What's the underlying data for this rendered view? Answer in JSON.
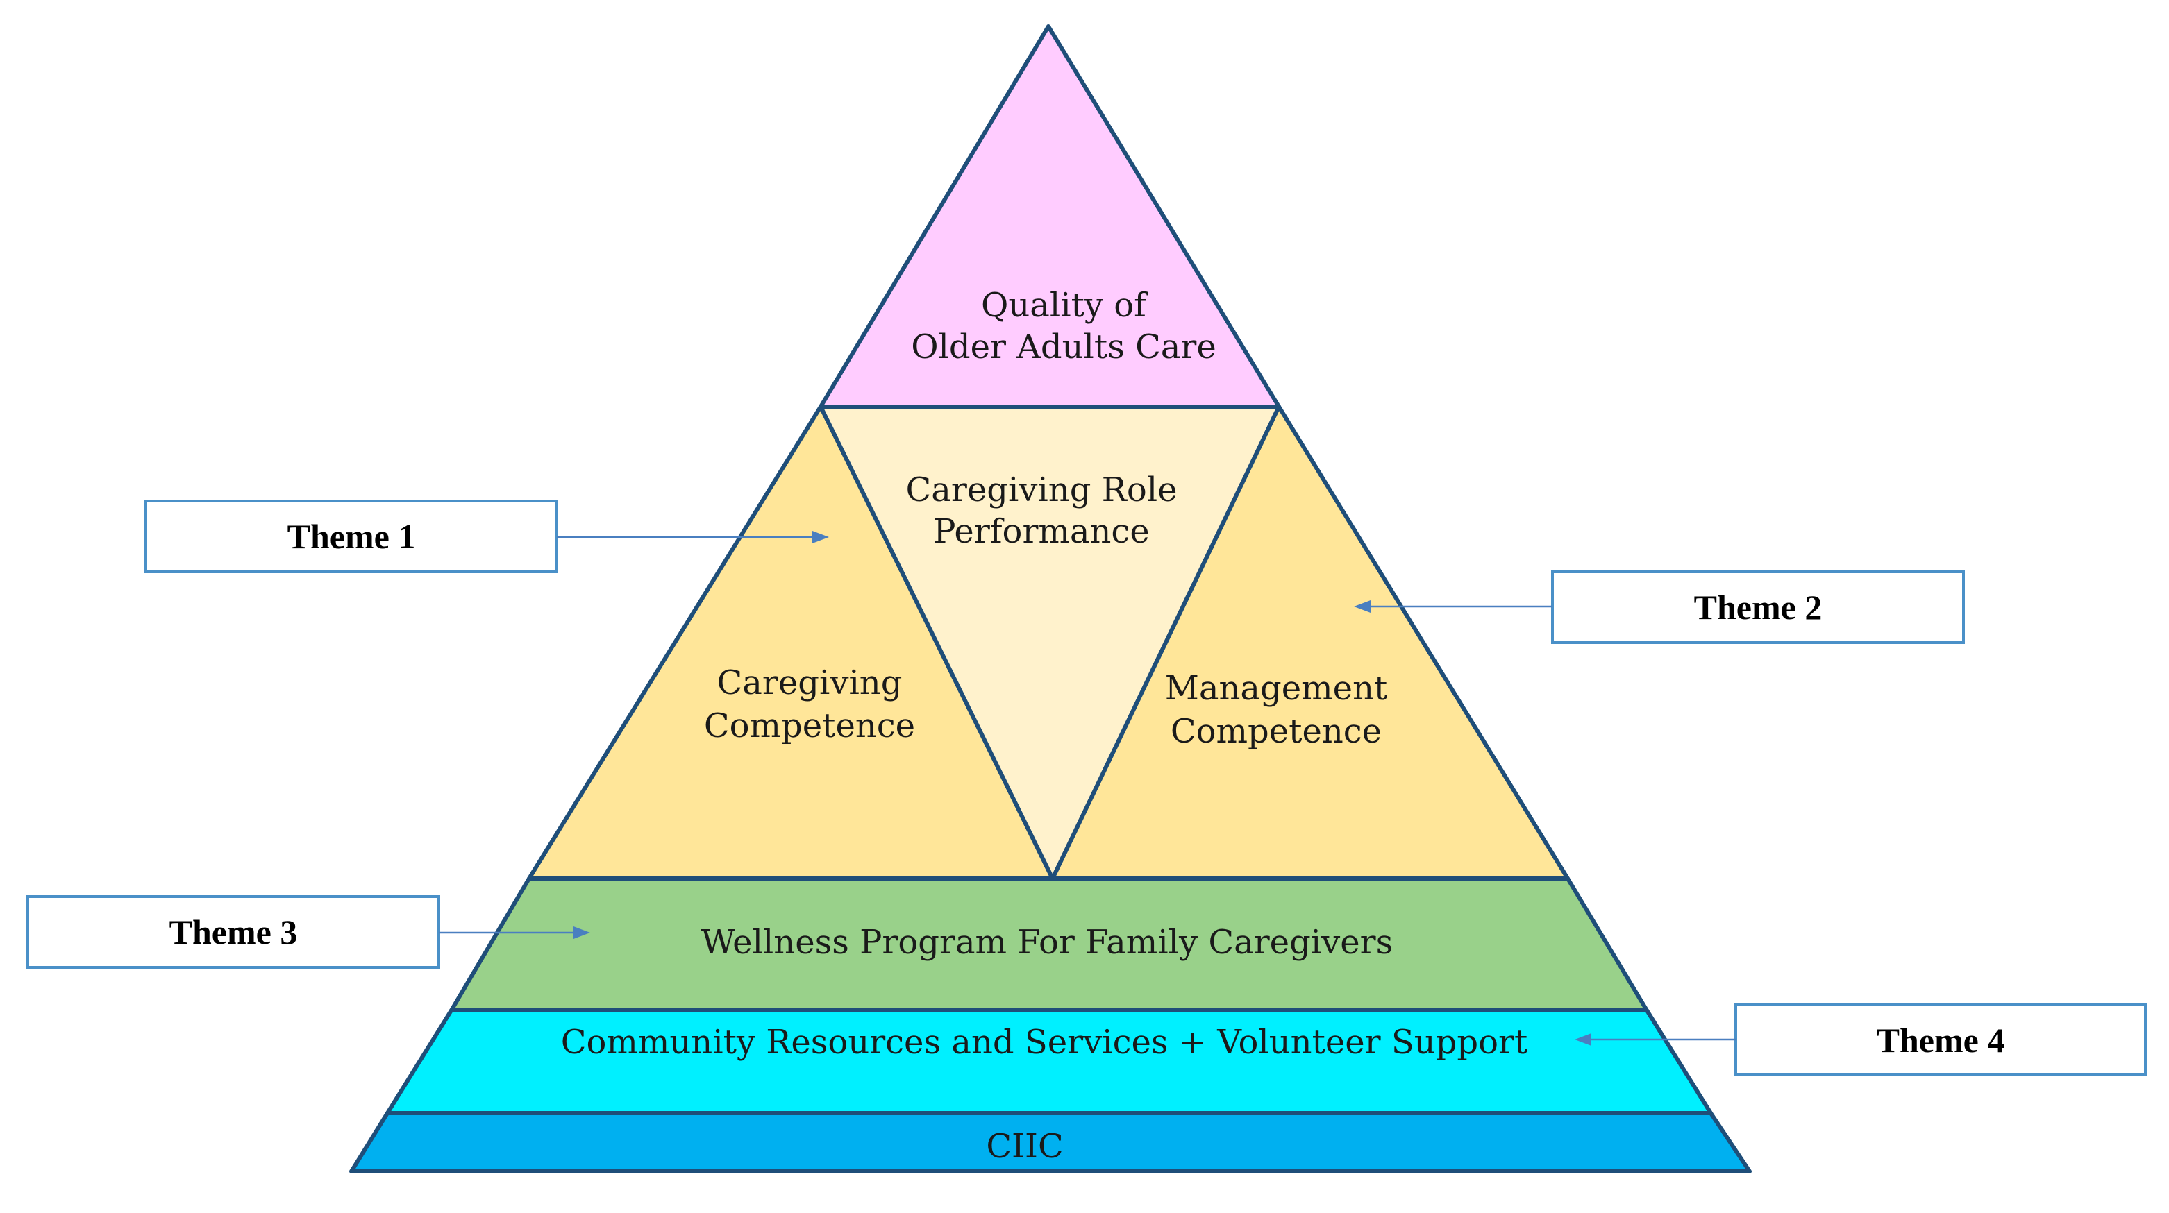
{
  "layers": {
    "top": {
      "line1": "Quality of",
      "line2": "Older Adults Care",
      "color": "#ffccff"
    },
    "middle_left": {
      "line1": "Caregiving",
      "line2": "Competence",
      "color": "#ffe699"
    },
    "middle_center": {
      "line1": "Caregiving Role",
      "line2": "Performance",
      "color": "#fff2cc"
    },
    "middle_right": {
      "line1": "Management",
      "line2": "Competence",
      "color": "#ffe699"
    },
    "wellness": {
      "label": "Wellness Program For Family Caregivers",
      "color": "#99d18a"
    },
    "community": {
      "label": "Community Resources and Services + Volunteer Support",
      "color": "#00f0ff"
    },
    "base": {
      "label": "CIIC",
      "color": "#00b0f0"
    }
  },
  "themes": [
    {
      "label": "Theme 1"
    },
    {
      "label": "Theme 2"
    },
    {
      "label": "Theme 3"
    },
    {
      "label": "Theme 4"
    }
  ],
  "outline_color": "#1f4e79",
  "box_border_color": "#4a90c8",
  "arrow_color": "#4a7fc0"
}
